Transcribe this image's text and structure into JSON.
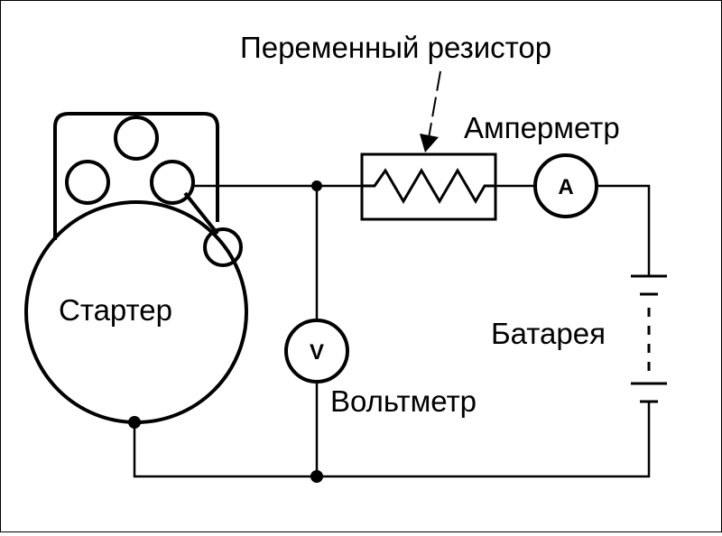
{
  "diagram": {
    "labels": {
      "resistor": "Переменный резистор",
      "ammeter": "Амперметр",
      "starter": "Стартер",
      "battery": "Батарея",
      "voltmeter": "Вольтметр"
    },
    "meter_symbols": {
      "ammeter": "A",
      "voltmeter": "V"
    }
  }
}
